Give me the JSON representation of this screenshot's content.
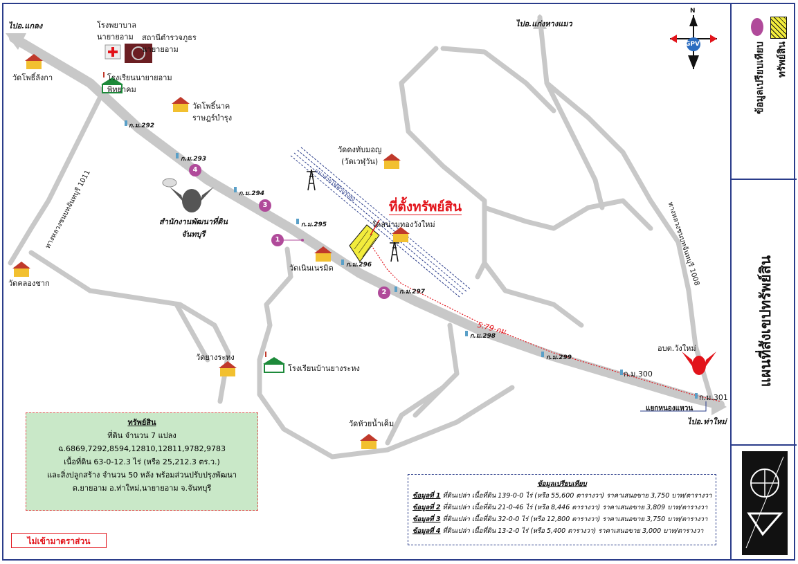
{
  "map": {
    "property_label": "ที่ตั้งทรัพย์สิน",
    "distance_label": "5.79 กม.",
    "scale_note": "ไม่เข้ามาตราส่วน",
    "directions": {
      "to_klaeng": "ไปอ.แกลง",
      "to_kaeng_hang_maeo": "ไปอ.แก่งหางแมว",
      "to_tha_mai": "ไปอ.ท่าใหม่"
    },
    "roads": {
      "road_1011": "ทางหลวงชนบทจันทบุรี 1011",
      "road_1008": "ทางหลวงชนบทจันทบุรี 1008",
      "powerline": "แนวสายไฟฟ้าแรงสูง",
      "junction": "แยกหนองแหวน"
    },
    "km_markers": {
      "k292": "ก.ม.292",
      "k293": "ก.ม.293",
      "k294": "ก.ม.294",
      "k295": "ก.ม.295",
      "k296": "ก.ม.296",
      "k297": "ก.ม.297",
      "k298": "ก.ม.298",
      "k299": "ก.ม.299",
      "k300": "ก.ม.300",
      "k301": "ก.ม.301"
    },
    "markers": [
      "1",
      "2",
      "3",
      "4"
    ],
    "landmarks": {
      "hospital": "โรงพยาบาล\nนายายอาม",
      "police": "สถานีตำรวจภูธร\nนายายอาม",
      "school_phitthayakhom": "โรงเรียนนายายอาม\nพิทยาคม",
      "wat_pho_lanka": "วัดโพธิ์ลังกา",
      "wat_pho_nak": "วัดโพธิ์นาค\nราษฎร์บำรุง",
      "land_office": "สำนักงานพัฒนาที่ดิน\nจันทบุรี",
      "wat_dong_thap": "วัดดงทับมอญ\n(วัดเวฬุวัน)",
      "wat_sanam_thong": "วัดสนามทองวังใหม่",
      "wat_noen": "วัดเนินเนรมิต",
      "wat_khlong_chak": "วัดคลองชาก",
      "wat_yang_rahong": "วัดยางระหง",
      "school_yang_rahong": "โรงเรียนบ้านยางระหง",
      "wat_huai_nam_khem": "วัดห้วยน้ำเค็ม",
      "obt_wang_mai": "อบต.วังใหม่"
    },
    "compass": {
      "n": "N",
      "brand": "GPV"
    }
  },
  "info_box": {
    "title": "ทรัพย์สิน",
    "line1": "ที่ดิน จำนวน 7 แปลง",
    "line2": "ฉ.6869,7292,8594,12810,12811,9782,9783",
    "line3": "เนื้อที่ดิน 63-0-12.3 ไร่ (หรือ 25,212.3 ตร.ว.)",
    "line4": "และสิ่งปลูกสร้าง จำนวน 50 หลัง พร้อมส่วนปรับปรุงพัฒนา",
    "line5": "ต.ยายอาม อ.ท่าใหม่,นายายอาม จ.จันทบุรี"
  },
  "comparison": {
    "title": "ข้อมูลเปรียบเทียบ",
    "rows": [
      {
        "label": "ข้อมูลที่ 1",
        "text": " ที่ดินเปล่า เนื้อที่ดิน 139-0-0 ไร่ (หรือ 55,600 ตารางวา) ราคาเสนอขาย 3,750 บาท/ตารางวา"
      },
      {
        "label": "ข้อมูลที่ 2",
        "text": " ที่ดินเปล่า เนื้อที่ดิน 21-0-46 ไร่ (หรือ 8,446 ตารางวา) ราคาเสนอขาย 3,809 บาท/ตารางวา"
      },
      {
        "label": "ข้อมูลที่ 3",
        "text": " ที่ดินเปล่า เนื้อที่ดิน 32-0-0 ไร่ (หรือ 12,800 ตารางวา) ราคาเสนอขาย 3,750 บาท/ตารางวา"
      },
      {
        "label": "ข้อมูลที่ 4",
        "text": " ที่ดินเปล่า เนื้อที่ดิน 13-2-0 ไร่ (หรือ 5,400 ตารางวา) ราคาเสนอขาย 3,000 บาท/ตารางวา"
      }
    ]
  },
  "panel": {
    "title": "แผนที่สังเขปทรัพย์สิน",
    "legend_property": "ทรัพย์สิน",
    "legend_comparison": "ข้อมูลเปรียบเทียบ"
  },
  "colors": {
    "road": "#c8c8c8",
    "property": "#f2ec3c",
    "marker": "#b04a9a",
    "route": "#e2131a",
    "frame": "#2a3c8a",
    "infobox": "#c9e8c8"
  }
}
